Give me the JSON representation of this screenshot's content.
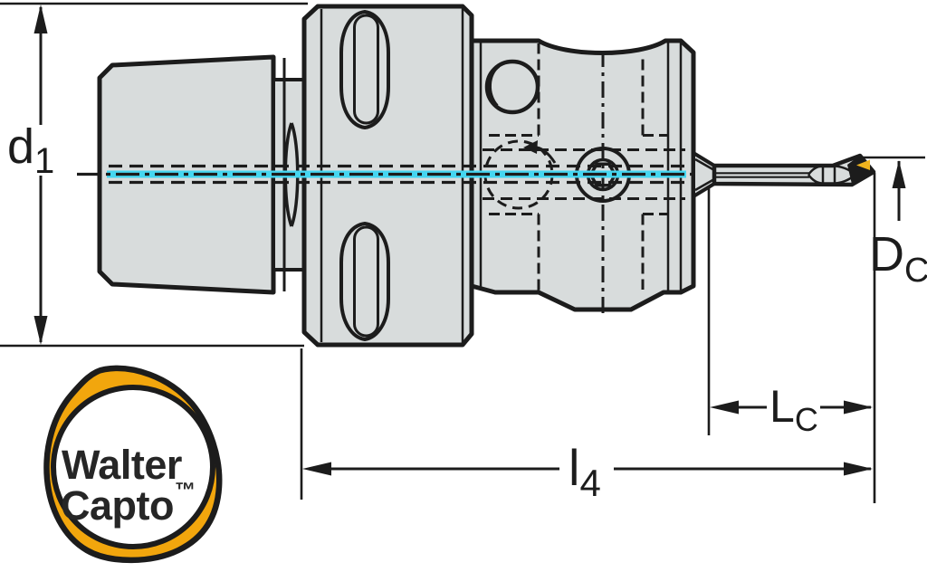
{
  "drawing": {
    "labels": {
      "d1": {
        "main": "d",
        "sub": "1"
      },
      "dc": {
        "main": "D",
        "sub": "C"
      },
      "lc": {
        "main": "L",
        "sub": "C"
      },
      "l4": {
        "main": "l",
        "sub": "4"
      }
    },
    "colors": {
      "outline": "#1c1c1c",
      "body_fill": "#d8dcdc",
      "centerline_cyan": "#45d6f0",
      "insert_yellow": "#f0b41e",
      "logo_orange": "#f2a60d",
      "background": "#ffffff"
    }
  },
  "logo": {
    "line1": "Walter",
    "line2": "Capto",
    "trademark": "™"
  }
}
